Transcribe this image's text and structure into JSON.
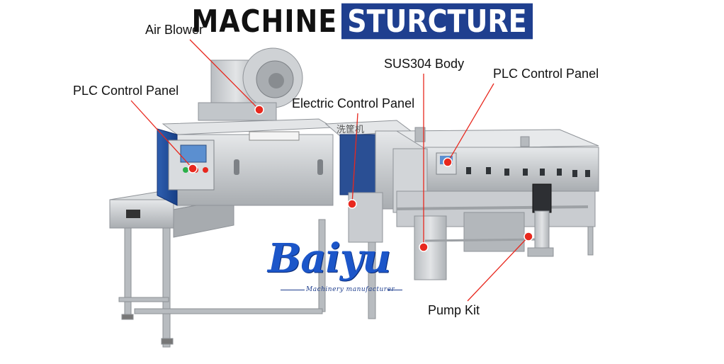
{
  "title": {
    "part1": "MACHINE",
    "part2": "STURCTURE"
  },
  "labels": {
    "air_blower": "Air Blower",
    "plc_left": "PLC Control Panel",
    "electric_panel": "Electric Control Panel",
    "sus304": "SUS304 Body",
    "plc_right": "PLC Control Panel",
    "pump_kit": "Pump Kit"
  },
  "machine_text": {
    "name_plate": "洗筐机"
  },
  "logo": {
    "brand": "Baiyu",
    "tagline": "Machinery manufacturer"
  },
  "colors": {
    "marker": "#e8281e",
    "title_box": "#1f3f8f",
    "brand": "#1c56c9",
    "steel": "#c9ccce"
  }
}
